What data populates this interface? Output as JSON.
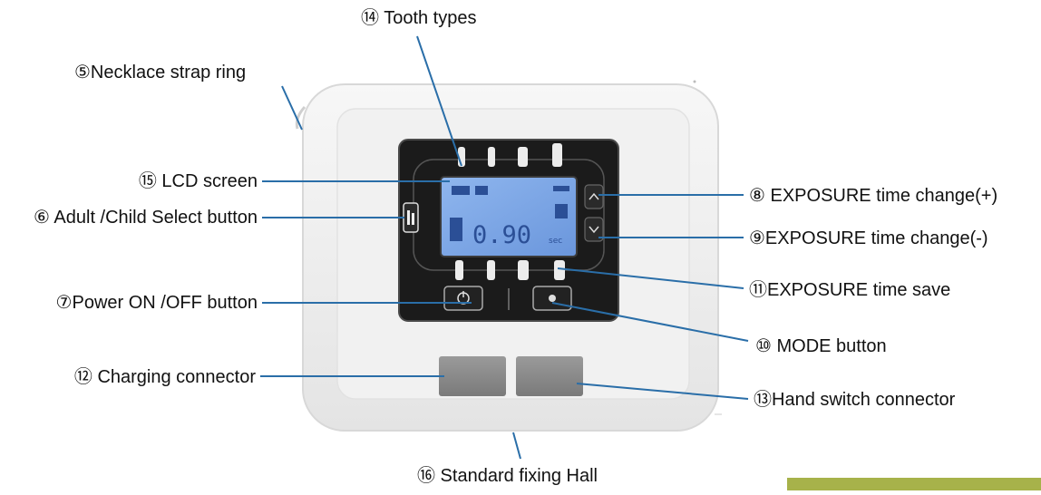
{
  "labels": {
    "l14": "⑭ Tooth types",
    "l5": "⑤Necklace strap ring",
    "l15": "⑮ LCD screen",
    "l6": "⑥ Adult /Child Select button",
    "l7": "⑦Power ON /OFF button",
    "l12": "⑫ Charging connector",
    "l8": "⑧ EXPOSURE time change(+)",
    "l9": "⑨EXPOSURE time change(-)",
    "l11": "⑪EXPOSURE time save",
    "l10": "⑩ MODE button",
    "l13": "⑬Hand switch connector",
    "l16": "⑯ Standard fixing Hall"
  },
  "lcd": {
    "time": "0.90"
  },
  "colors": {
    "leader": "#2a6ea8",
    "lcd": "#7fa8e6",
    "body": "#f3f3f3",
    "panel": "#1a1a1a",
    "connector": "#8a8a8a",
    "accent_bar": "#a7b24a"
  }
}
